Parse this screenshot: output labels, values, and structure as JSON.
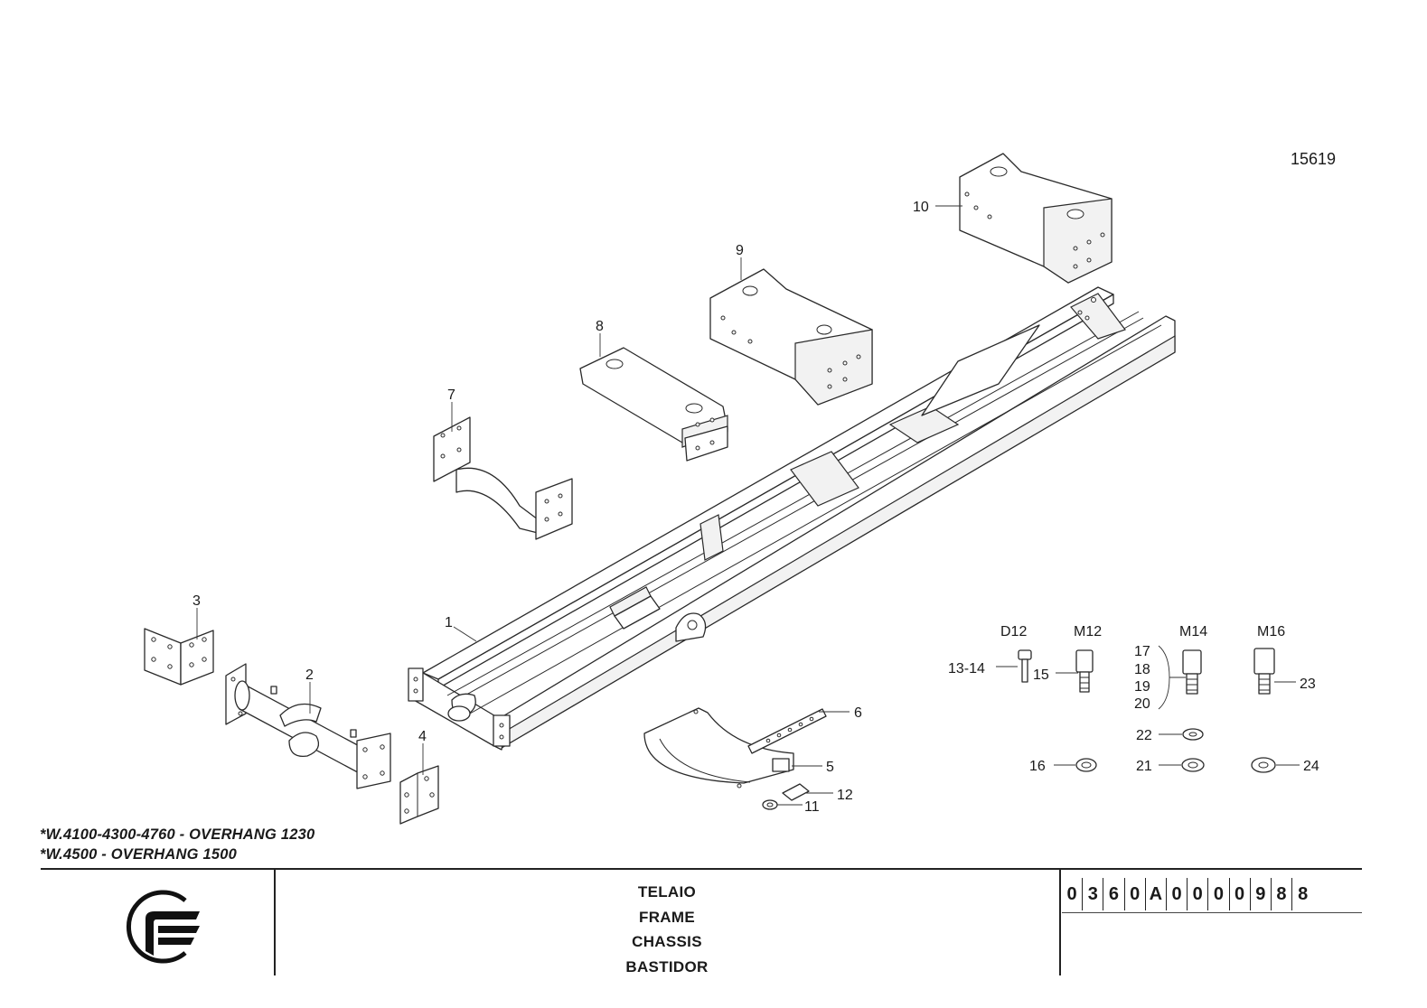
{
  "drawing_number": "15619",
  "notes": [
    "*W.4100-4300-4760 - OVERHANG 1230",
    "*W.4500 - OVERHANG 1500"
  ],
  "title_block": {
    "titles": [
      "TELAIO",
      "FRAME",
      "CHASSIS",
      "BASTIDOR"
    ],
    "code_chars": [
      "0",
      "3",
      "6",
      "0",
      "A",
      "0",
      "0",
      "0",
      "0",
      "9",
      "8",
      "8"
    ]
  },
  "part_labels": {
    "p1": "1",
    "p2": "2",
    "p3": "3",
    "p4": "4",
    "p5": "5",
    "p6": "6",
    "p7": "7",
    "p8": "8",
    "p9": "9",
    "p10": "10",
    "p11": "11",
    "p12": "12",
    "p13_14": "13-14",
    "p15": "15",
    "p16": "16",
    "p17": "17",
    "p18": "18",
    "p19": "19",
    "p20": "20",
    "p21": "21",
    "p22": "22",
    "p23": "23",
    "p24": "24"
  },
  "thread_labels": {
    "d12": "D12",
    "m12": "M12",
    "m14": "M14",
    "m16": "M16"
  },
  "colors": {
    "line": "#2a2a2a",
    "background": "#ffffff"
  }
}
